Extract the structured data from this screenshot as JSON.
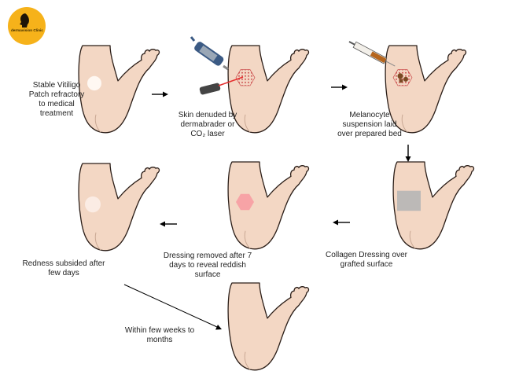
{
  "logo": {
    "name": "dermavision Clinic",
    "icon": "face-profile-icon",
    "color": "#f6b21a"
  },
  "colors": {
    "skin": "#f3d7c4",
    "outline": "#2b1e18",
    "vitiligo_patch": "#fff8f2",
    "reddish_patch": "#f7a3a6",
    "laser_beam": "#e53030",
    "dressing": "#b6b6b6"
  },
  "steps": [
    {
      "id": 1,
      "text": "Stable Vitiligo\nPatch refractory\nto medical\ntreatment"
    },
    {
      "id": 2,
      "text": "Skin denuded by\ndermabrader or\nCO₂ laser"
    },
    {
      "id": 3,
      "text": "Melanocyte\nsuspension laid\nover prepared bed"
    },
    {
      "id": 4,
      "text": "Collagen Dressing over\ngrafted surface"
    },
    {
      "id": 5,
      "text": "Dressing removed after 7\ndays to reveal reddish\nsurface"
    },
    {
      "id": 6,
      "text": "Redness subsided after\nfew days"
    },
    {
      "id": 7,
      "text": "Within few weeks to\nmonths"
    }
  ]
}
